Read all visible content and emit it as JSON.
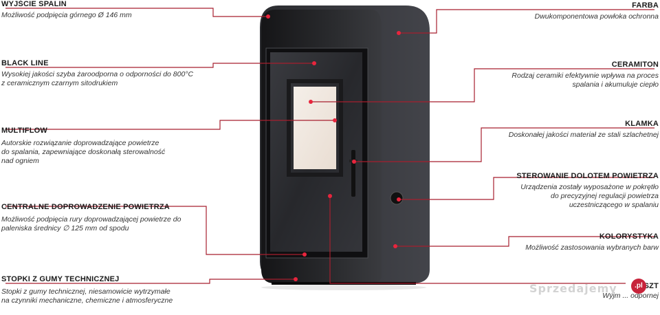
{
  "left": [
    {
      "title": "WYJŚCIE SPALIN",
      "desc": [
        "Możliwość podpięcia górnego Ø 146 mm"
      ]
    },
    {
      "title": "BLACK LINE",
      "desc": [
        "Wysokiej jakości szyba żaroodporna o odporności do 800°C",
        "z ceramicznym czarnym sitodrukiem"
      ]
    },
    {
      "title": "MULTIFLOW",
      "desc": [
        "Autorskie rozwiązanie doprowadzające powietrze",
        "do spalania, zapewniające doskonałą sterowalność",
        "nad ogniem"
      ]
    },
    {
      "title": "CENTRALNE DOPROWADZENIE POWIETRZA",
      "desc": [
        "Możliwość podpięcia rury doprowadzającej powietrze do",
        "paleniska średnicy ∅ 125 mm od spodu"
      ]
    },
    {
      "title": "STOPKI Z GUMY TECHNICZNEJ",
      "desc": [
        "Stopki z gumy technicznej, niesamowicie wytrzymałe",
        "na czynniki mechaniczne, chemiczne i atmosferyczne"
      ]
    }
  ],
  "right": [
    {
      "title": "FARBA",
      "desc": [
        "Dwukomponentowa powłoka ochronna"
      ]
    },
    {
      "title": "CERAMITON",
      "desc": [
        "Rodzaj ceramiki efektywnie wpływa na proces",
        "spalania i akumuluje ciepło"
      ]
    },
    {
      "title": "KLAMKA",
      "desc": [
        "Doskonałej jakości materiał ze stali szlachetnej"
      ]
    },
    {
      "title": "STEROWANIE DOLOTEM POWIETRZA",
      "desc": [
        "Urządzenia zostały wyposażone w pokrętło",
        "do precyzyjnej regulacji powietrza",
        "uczestniczącego w spalaniu"
      ]
    },
    {
      "title": "KOLORYSTYKA",
      "desc": [
        "Możliwość zastosowania wybranych barw"
      ]
    },
    {
      "title": "SZT",
      "desc": [
        "Wyjm ... odpornej"
      ]
    }
  ],
  "watermark": {
    "text": "Sprzedajemy",
    "badge": ".pl"
  },
  "colors": {
    "accent": "#e8253d",
    "stove": "#1d1d1f"
  }
}
